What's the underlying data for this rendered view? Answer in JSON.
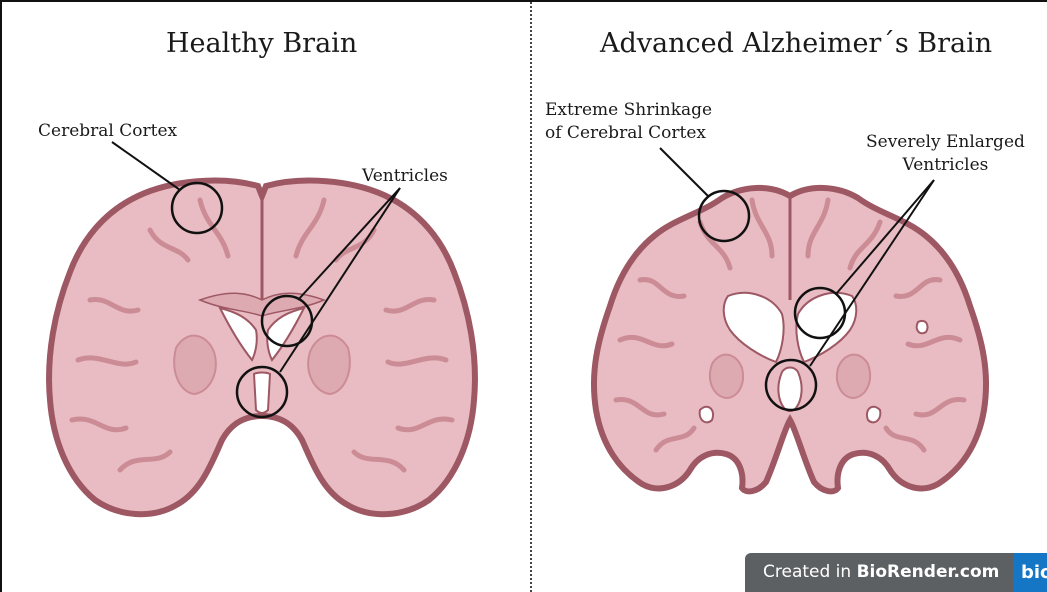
{
  "panels": {
    "left": {
      "title": "Healthy Brain",
      "labels": {
        "cortex": "Cerebral Cortex",
        "ventricles": "Ventricles"
      }
    },
    "right": {
      "title": "Advanced Alzheimer´s Brain",
      "labels": {
        "cortex_line1": "Extreme Shrinkage",
        "cortex_line2": "of Cerebral Cortex",
        "ventricles_line1": "Severely Enlarged",
        "ventricles_line2": "Ventricles"
      }
    }
  },
  "watermark": {
    "prefix": "Created in",
    "brand": "BioRender.com",
    "logo_text": "bio"
  },
  "colors": {
    "tissue": "#e8bcc2",
    "tissue_inner": "#deaab2",
    "outline": "#9d5864",
    "grey_matter": "#cc8c96",
    "ventricle": "#ffffff",
    "marker": "#111111",
    "watermark_bg": "#5d6062",
    "logo_bg": "#1576c5"
  }
}
